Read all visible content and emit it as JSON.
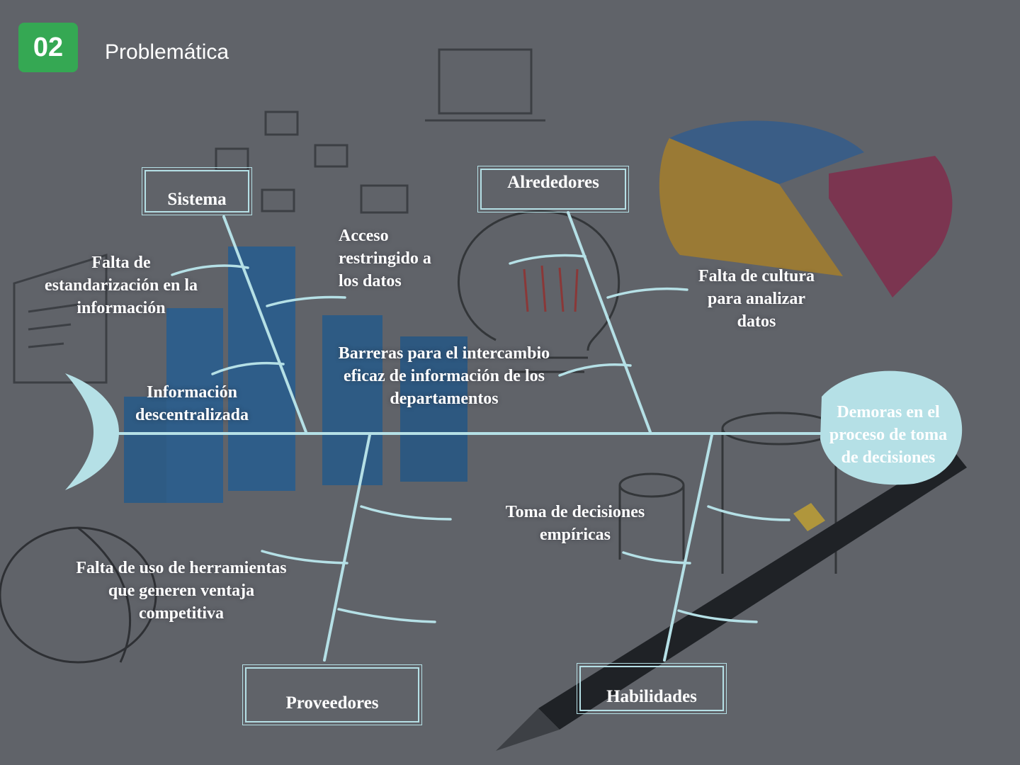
{
  "header": {
    "number": "02",
    "title": "Problemática"
  },
  "colors": {
    "accent": "#35a853",
    "bone": "#b5e0e6",
    "background": "#5e6167"
  },
  "diagram": {
    "effect": "Demoras en el proceso de toma de decisiones",
    "categories": {
      "sistema": "Sistema",
      "alrededores": "Alrededores",
      "proveedores": "Proveedores",
      "habilidades": "Habilidades"
    },
    "causes": {
      "falta_estandarizacion": "Falta de estandarización en la información",
      "acceso_restringido": "Acceso restringido a los datos",
      "informacion_descentralizada": "Información descentralizada",
      "falta_cultura": "Falta de cultura para analizar datos",
      "barreras": "Barreras para el intercambio eficaz de información de los departamentos",
      "toma_decisiones": "Toma de decisiones empíricas",
      "falta_herramientas": "Falta de uso de herramientas que generen ventaja competitiva"
    }
  }
}
